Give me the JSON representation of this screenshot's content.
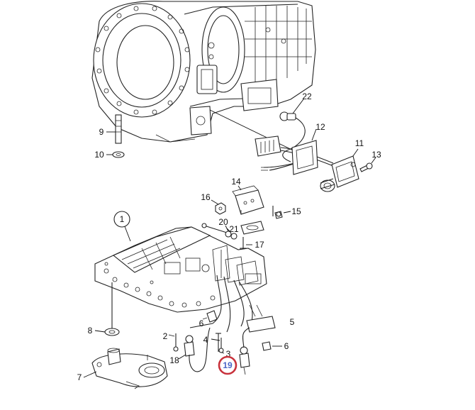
{
  "diagram": {
    "callouts": [
      {
        "id": "c1",
        "text": "1"
      },
      {
        "id": "c2",
        "text": "2"
      },
      {
        "id": "c3",
        "text": "3"
      },
      {
        "id": "c4",
        "text": "4"
      },
      {
        "id": "c5",
        "text": "5"
      },
      {
        "id": "c6a",
        "text": "6"
      },
      {
        "id": "c6b",
        "text": "6"
      },
      {
        "id": "c7",
        "text": "7"
      },
      {
        "id": "c8",
        "text": "8"
      },
      {
        "id": "c9",
        "text": "9"
      },
      {
        "id": "c10",
        "text": "10"
      },
      {
        "id": "c11",
        "text": "11"
      },
      {
        "id": "c12",
        "text": "12"
      },
      {
        "id": "c13",
        "text": "13"
      },
      {
        "id": "c14",
        "text": "14"
      },
      {
        "id": "c15",
        "text": "15"
      },
      {
        "id": "c16",
        "text": "16"
      },
      {
        "id": "c17",
        "text": "17"
      },
      {
        "id": "c18",
        "text": "18"
      },
      {
        "id": "c19",
        "text": "19"
      },
      {
        "id": "c20",
        "text": "20"
      },
      {
        "id": "c21",
        "text": "21"
      },
      {
        "id": "c22",
        "text": "22"
      }
    ],
    "highlighted_callout": "19",
    "highlight_color": "#c8323c",
    "highlight_text_color": "#4a67c7"
  }
}
